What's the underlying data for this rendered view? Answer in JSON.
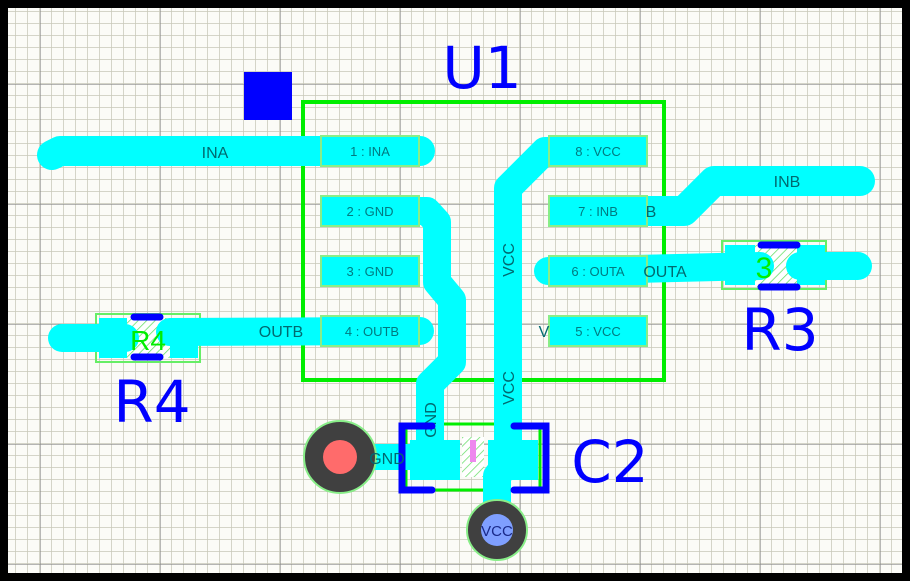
{
  "colors": {
    "trace": "#00ffff",
    "outline": "#00ee00",
    "silk": "#0000ff",
    "via": "#404040",
    "via_gnd": "#ff6b6b",
    "via_vcc": "#7f9fff",
    "grid_minor": "#c8c8b8",
    "grid_major": "#909090"
  },
  "designators": {
    "u1": "U1",
    "r3": "R3",
    "r4": "R4",
    "c2": "C2"
  },
  "pads": {
    "p1": "1 : INA",
    "p2": "2 : GND",
    "p3": "3 : GND",
    "p4": "4 : OUTB",
    "p5": "5 : VCC",
    "p6": "6 : OUTA",
    "p7": "7 : INB",
    "p8": "8 : VCC"
  },
  "nets": {
    "ina": "INA",
    "inb": "INB",
    "b": "B",
    "outa": "OUTA",
    "outb": "OUTB",
    "v": "V",
    "vcc1": "VCC",
    "vcc2": "VCC",
    "gnd_trace": "GND",
    "gnd_via": "GND",
    "vcc_via": "VCC"
  },
  "footprint_labels": {
    "r3": "3",
    "r4": "R4"
  }
}
